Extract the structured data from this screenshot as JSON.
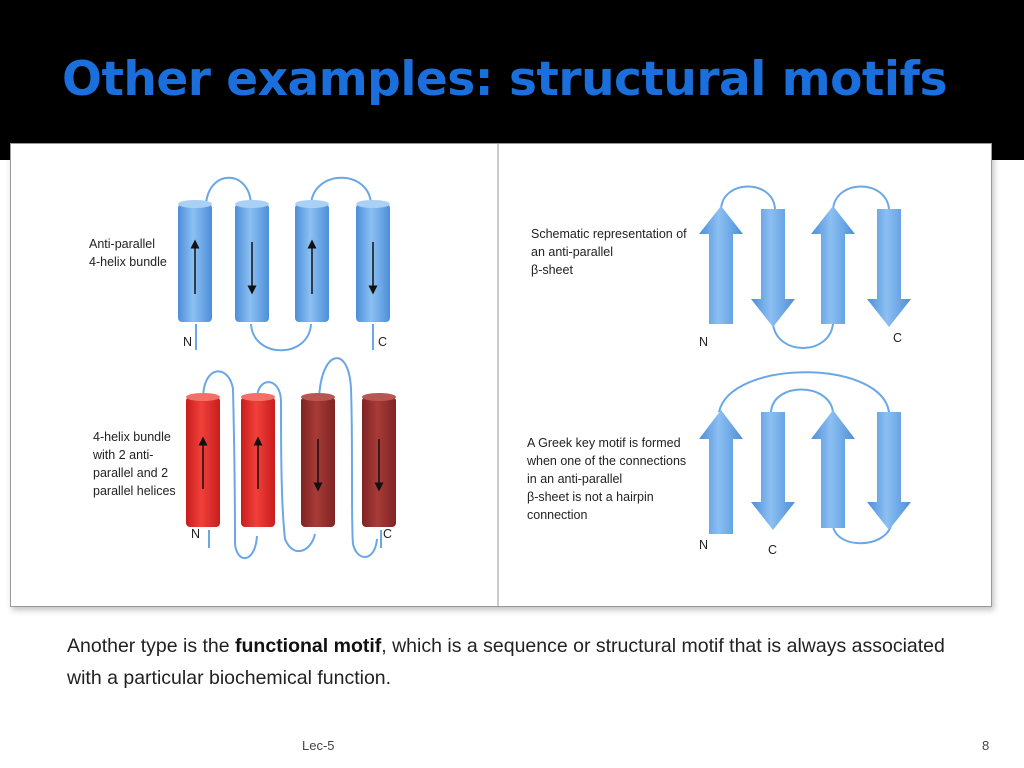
{
  "slide": {
    "title": "Other examples: structural motifs",
    "title_color": "#1b6fdc",
    "footer_left": "Lec-5",
    "page_number": "8"
  },
  "caption": {
    "prefix": "Another type is the ",
    "bold": "functional motif",
    "suffix": ", which is a sequence or structural motif that is always associated with a particular biochemical function."
  },
  "figure": {
    "left_panel": {
      "top_label": [
        "Anti-parallel",
        "4-helix bundle"
      ],
      "bottom_label": [
        "4-helix bundle",
        "with 2 anti-",
        "parallel and 2",
        "parallel helices"
      ],
      "n_label": "N",
      "c_label": "C",
      "colors": {
        "blue": "#6aa7e6",
        "red": "#e02d2a",
        "dark_red": "#9a2f2f"
      }
    },
    "right_panel": {
      "top_label": [
        "Schematic representation of",
        "an anti-parallel",
        "β-sheet"
      ],
      "bottom_label": [
        "A Greek key motif is formed",
        "when one of the connections",
        "in an anti-parallel",
        "β-sheet is not a hairpin",
        "connection"
      ],
      "n_label": "N",
      "c_label": "C"
    }
  }
}
